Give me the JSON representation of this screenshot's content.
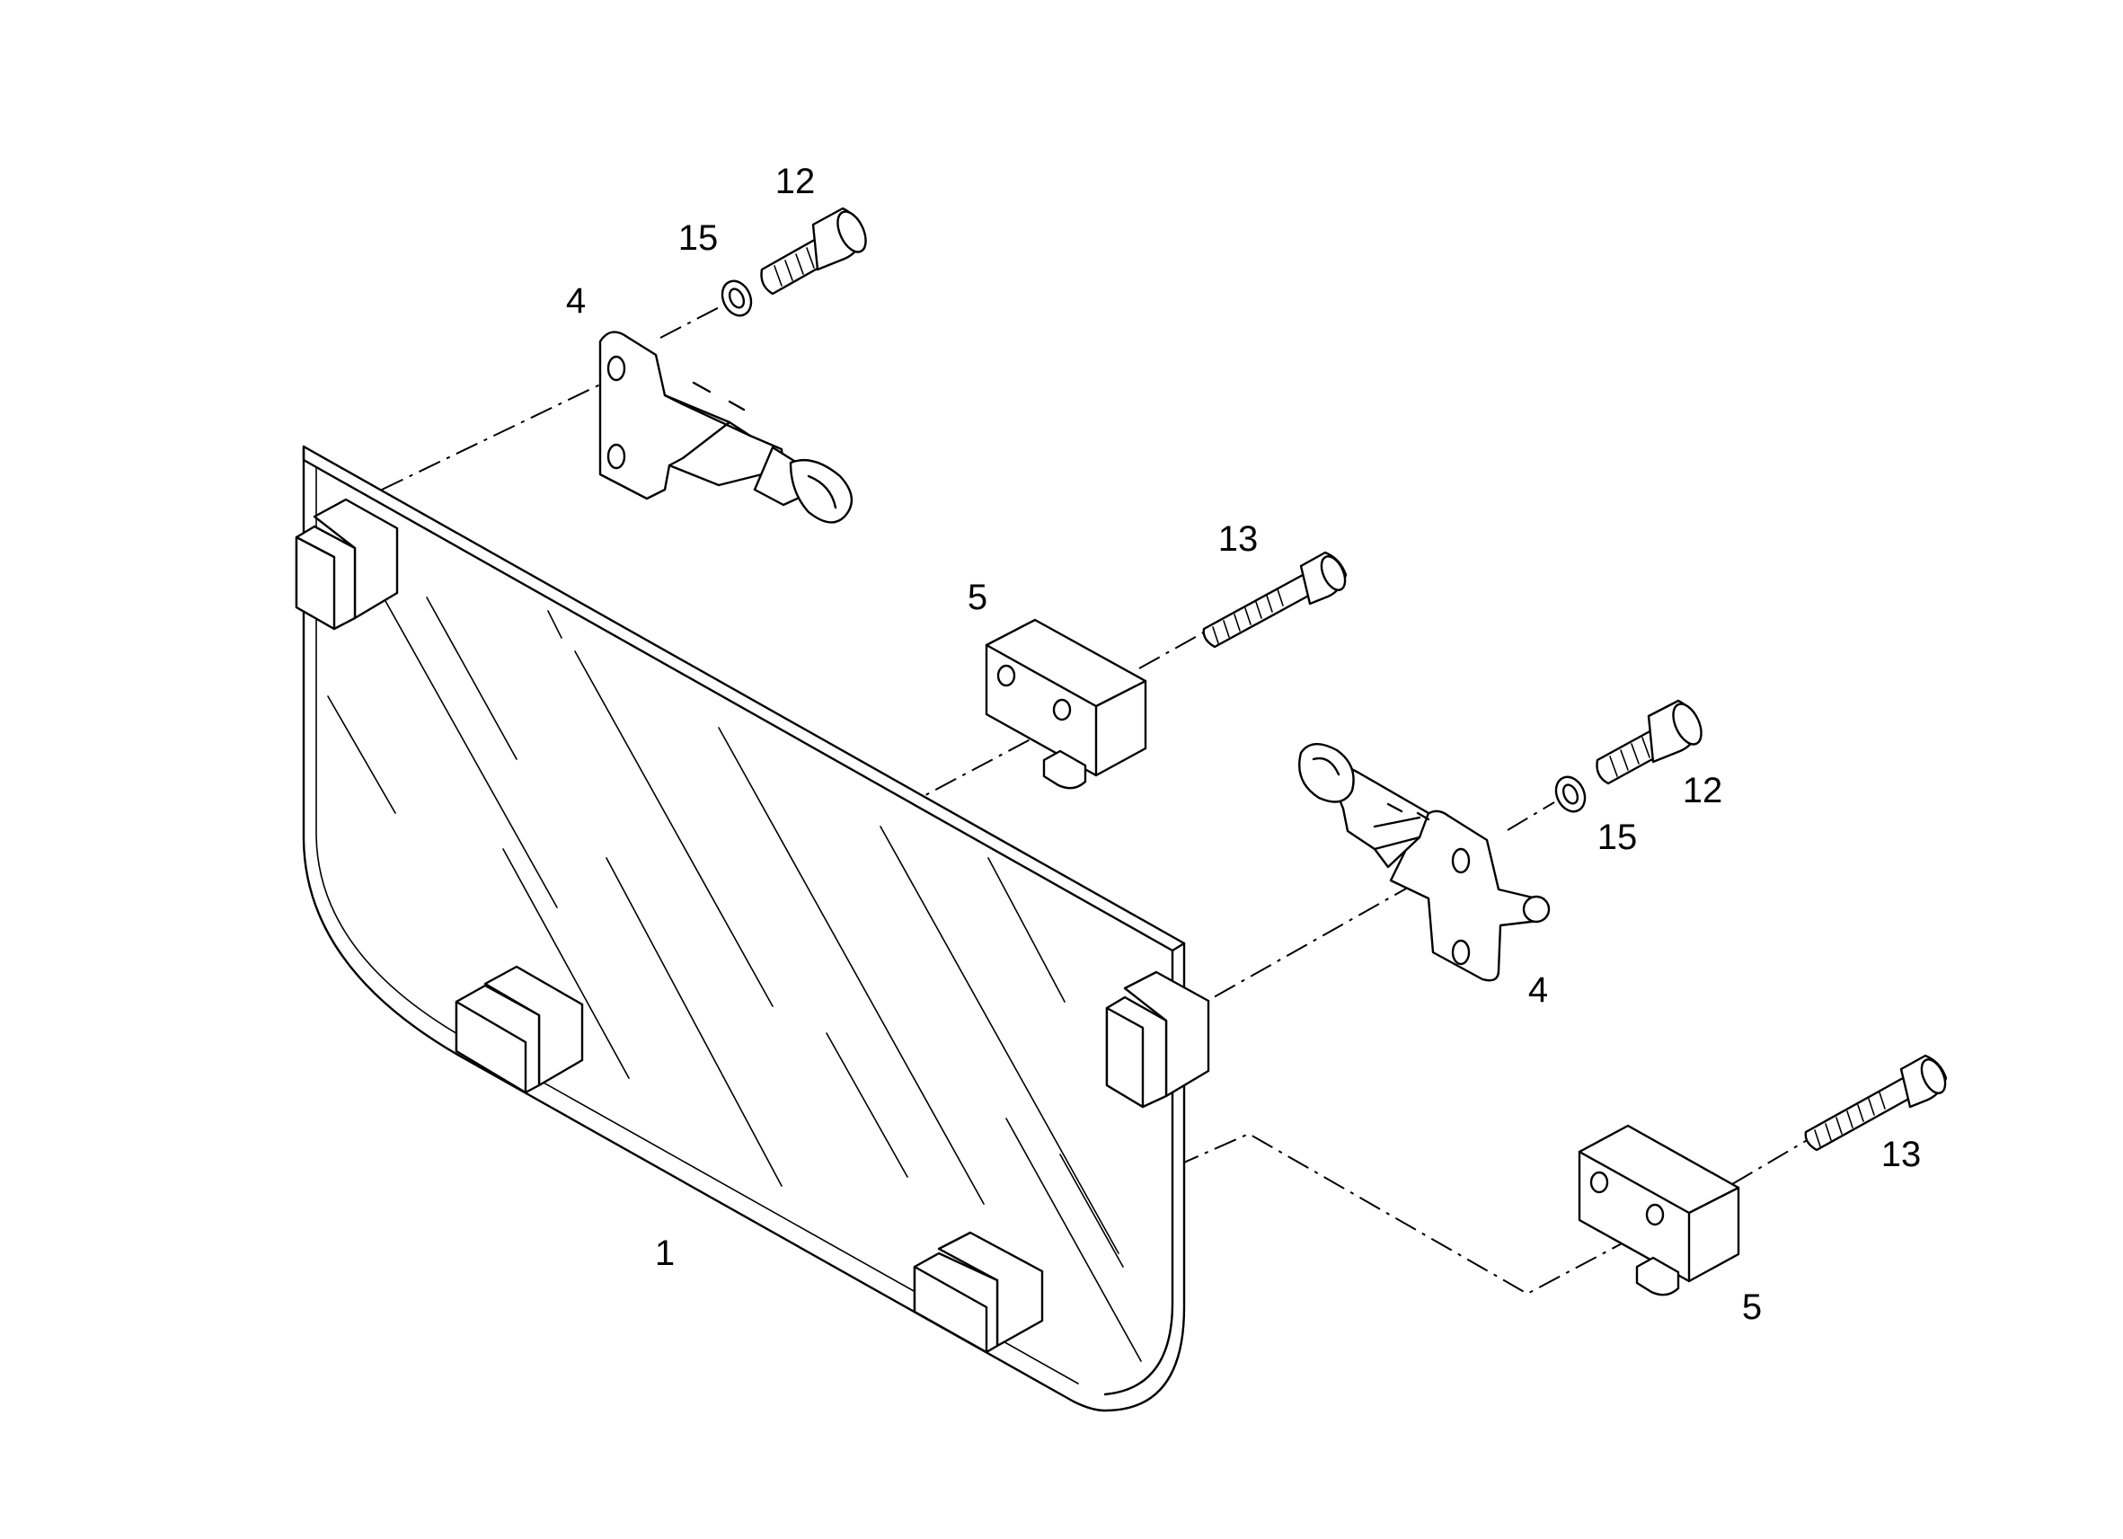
{
  "callouts": {
    "glass_panel": "1",
    "hinge_upper": "4",
    "hinge_lower": "4",
    "block_upper": "5",
    "block_lower": "5",
    "bolt_hinge_upper": "12",
    "bolt_hinge_lower": "12",
    "bolt_block_upper": "13",
    "bolt_block_lower": "13",
    "washer_upper": "15",
    "washer_lower": "15"
  },
  "colors": {
    "line": "#000000",
    "background": "#ffffff"
  }
}
